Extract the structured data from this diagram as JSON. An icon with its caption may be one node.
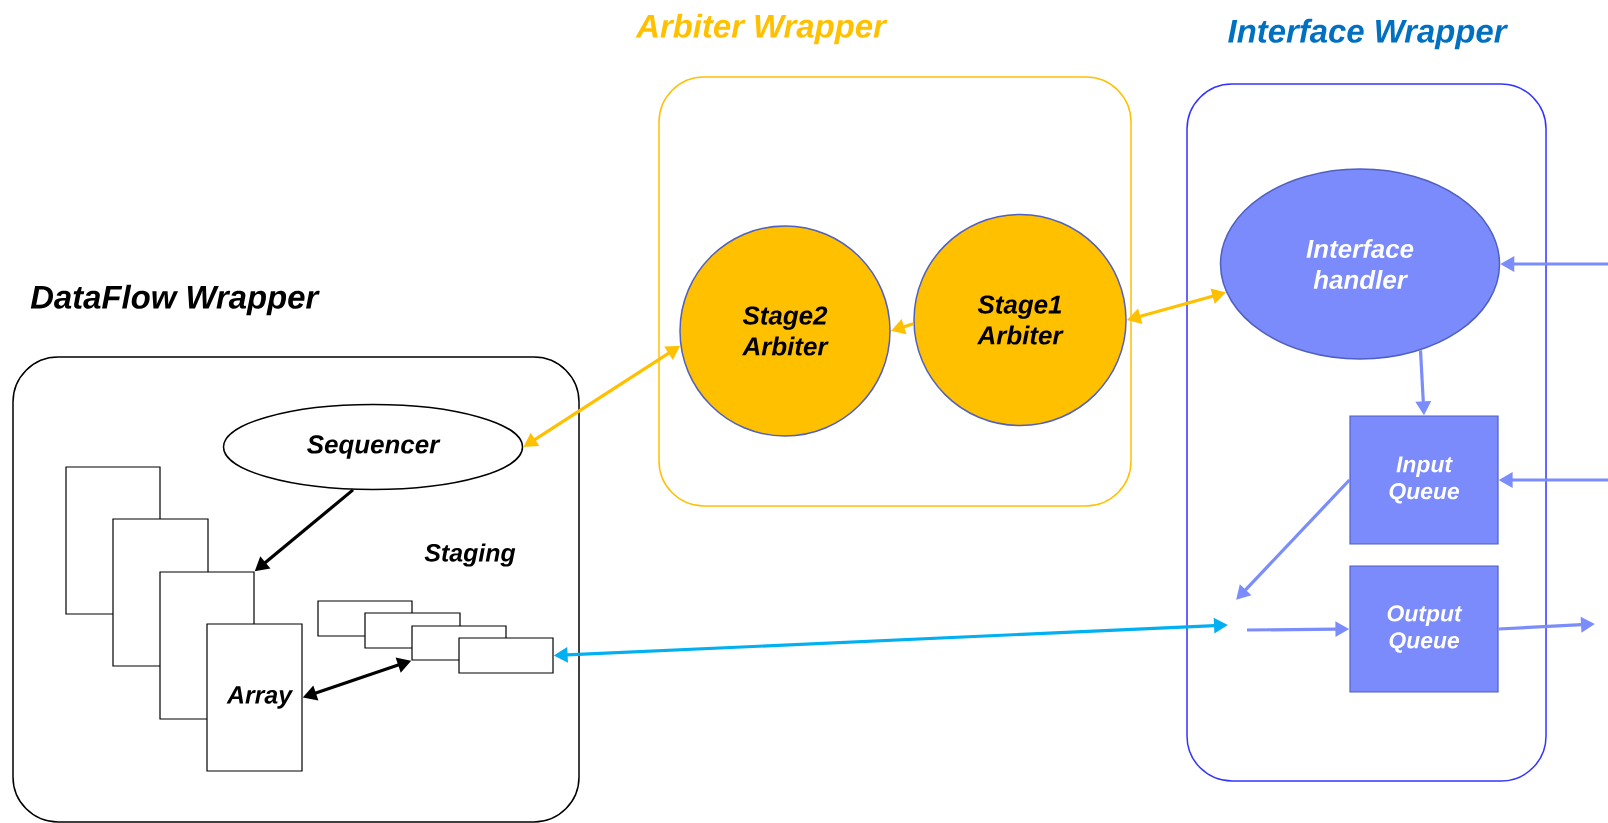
{
  "diagram": {
    "nodes": [
      {
        "text": [
          "DataFlow Wrapper"
        ]
      },
      {
        "text": [
          "Sequencer"
        ],
        "in": 0
      },
      {
        "text": [],
        "shape": "box",
        "in": 0
      },
      {
        "text": [],
        "shape": "box",
        "in": 0
      },
      {
        "text": [],
        "shape": "box",
        "in": 0
      },
      {
        "text": [
          "Array"
        ],
        "in": 0
      },
      {
        "text": [],
        "shape": "box",
        "in": 0
      },
      {
        "text": [],
        "shape": "box",
        "in": 0
      },
      {
        "text": [],
        "shape": "box",
        "in": 0
      },
      {
        "text": [],
        "shape": "box",
        "in": 0
      },
      {
        "text": [
          "Arbiter Wrapper"
        ]
      },
      {
        "text": [
          "Stage2 Arbiter"
        ],
        "in": 10
      },
      {
        "text": [
          "Stage1 Arbiter"
        ],
        "in": 10
      },
      {
        "text": [
          "Interface Wrapper"
        ]
      },
      {
        "text": [
          "Interface handler"
        ],
        "in": 13
      },
      {
        "text": [
          "Input Queue"
        ],
        "in": 13
      },
      {
        "text": [
          "Output Queue"
        ],
        "in": 13
      }
    ],
    "edges": [
      {
        "from": 1,
        "to": 11,
        "arrow": "both",
        "color": "#ffc000"
      },
      {
        "from": 12,
        "to": 11,
        "arrow": "to",
        "color": "#ffc000"
      },
      {
        "from": 12,
        "to": 14,
        "arrow": "both",
        "color": "#ffc000"
      },
      {
        "from": 1,
        "to": 4,
        "arrow": "to",
        "color": "#000000"
      },
      {
        "from": 5,
        "to": 8,
        "arrow": "both",
        "color": "#000000"
      },
      {
        "from": 9,
        "to": null,
        "arrow": "both",
        "color": "#00b0f0"
      },
      {
        "from": 14,
        "to": 15,
        "arrow": "to"
      },
      {
        "from": null,
        "to": 14,
        "arrow": "to"
      },
      {
        "from": null,
        "to": 15,
        "arrow": "to"
      },
      {
        "from": 15,
        "to": null,
        "arrow": "to"
      },
      {
        "from": null,
        "to": 16,
        "arrow": "to"
      },
      {
        "from": 16,
        "to": null,
        "arrow": "to"
      }
    ],
    "labels": [
      "Staging"
    ]
  }
}
